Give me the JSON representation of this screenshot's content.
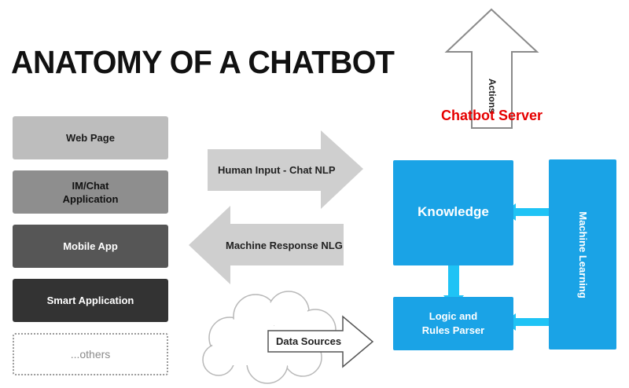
{
  "title": "ANATOMY OF A CHATBOT",
  "clients": {
    "web_page": "Web Page",
    "im_chat": "IM/Chat\nApplication",
    "mobile_app": "Mobile App",
    "smart_application": "Smart Application",
    "others": "...others"
  },
  "arrows": {
    "human_input": "Human Input - Chat NLP",
    "machine_response": "Machine Response NLG",
    "data_sources": "Data Sources",
    "actions": "Actions"
  },
  "server": {
    "title": "Chatbot Server",
    "knowledge": "Knowledge",
    "logic": "Logic and\nRules Parser",
    "machine_learning": "Machine Learning"
  },
  "colors": {
    "server_blue": "#1aa3e6",
    "connector_blue": "#1fc3f5",
    "server_title_red": "#e60000",
    "arrow_gray": "#cfcfcf"
  }
}
